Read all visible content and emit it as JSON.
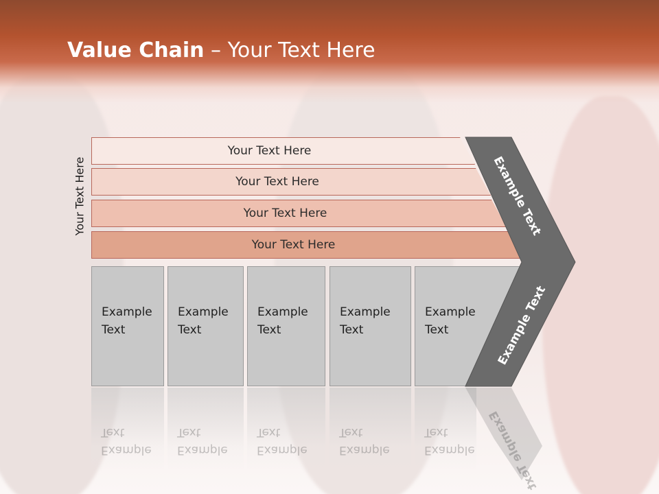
{
  "slide": {
    "title_bold": "Value Chain",
    "title_rest": " – Your Text Here",
    "vertical_label": "Your Text Here",
    "rows": [
      {
        "label": "Your Text Here",
        "color": "#f8e9e4"
      },
      {
        "label": "Your Text Here",
        "color": "#f3d6cc"
      },
      {
        "label": "Your Text Here",
        "color": "#eec0b0"
      },
      {
        "label": "Your Text Here",
        "color": "#e0a48c"
      }
    ],
    "boxes": [
      {
        "label": "Example\nText"
      },
      {
        "label": "Example\nText"
      },
      {
        "label": "Example\nText"
      },
      {
        "label": "Example\nText"
      },
      {
        "label": "Example\nText"
      }
    ],
    "arrow_upper_label": "Example Text",
    "arrow_lower_label": "Example Text",
    "colors": {
      "header": "#b4532f",
      "arrow": "#6b6b6b",
      "box": "#c8c8c8"
    }
  }
}
